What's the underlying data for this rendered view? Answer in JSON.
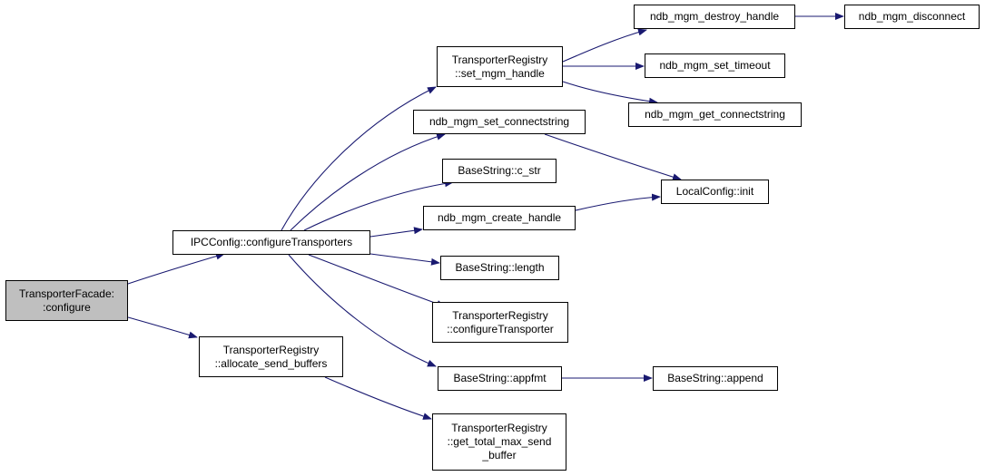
{
  "colors": {
    "edge": "#191970",
    "node_border": "#000000",
    "node_fill": "#ffffff",
    "root_fill": "#bfbfbf"
  },
  "nodes": {
    "transporter_facade_configure": {
      "lines": [
        "TransporterFacade:",
        ":configure"
      ]
    },
    "ipcconfig_configure_transporters": {
      "lines": [
        "IPCConfig::configureTransporters"
      ]
    },
    "allocate_send_buffers": {
      "lines": [
        "TransporterRegistry",
        "::allocate_send_buffers"
      ]
    },
    "set_mgm_handle": {
      "lines": [
        "TransporterRegistry",
        "::set_mgm_handle"
      ]
    },
    "ndb_mgm_set_connectstring": {
      "lines": [
        "ndb_mgm_set_connectstring"
      ]
    },
    "c_str": {
      "lines": [
        "BaseString::c_str"
      ]
    },
    "ndb_mgm_create_handle": {
      "lines": [
        "ndb_mgm_create_handle"
      ]
    },
    "length": {
      "lines": [
        "BaseString::length"
      ]
    },
    "configure_transporter": {
      "lines": [
        "TransporterRegistry",
        "::configureTransporter"
      ]
    },
    "appfmt": {
      "lines": [
        "BaseString::appfmt"
      ]
    },
    "get_total_max_send_buffer": {
      "lines": [
        "TransporterRegistry",
        "::get_total_max_send",
        "_buffer"
      ]
    },
    "ndb_mgm_destroy_handle": {
      "lines": [
        "ndb_mgm_destroy_handle"
      ]
    },
    "ndb_mgm_set_timeout": {
      "lines": [
        "ndb_mgm_set_timeout"
      ]
    },
    "ndb_mgm_get_connectstring": {
      "lines": [
        "ndb_mgm_get_connectstring"
      ]
    },
    "local_config_init": {
      "lines": [
        "LocalConfig::init"
      ]
    },
    "append": {
      "lines": [
        "BaseString::append"
      ]
    },
    "ndb_mgm_disconnect": {
      "lines": [
        "ndb_mgm_disconnect"
      ]
    }
  },
  "edges": [
    {
      "from": "transporter_facade_configure",
      "to": "ipcconfig_configure_transporters"
    },
    {
      "from": "transporter_facade_configure",
      "to": "allocate_send_buffers"
    },
    {
      "from": "ipcconfig_configure_transporters",
      "to": "set_mgm_handle"
    },
    {
      "from": "ipcconfig_configure_transporters",
      "to": "ndb_mgm_set_connectstring"
    },
    {
      "from": "ipcconfig_configure_transporters",
      "to": "c_str"
    },
    {
      "from": "ipcconfig_configure_transporters",
      "to": "ndb_mgm_create_handle"
    },
    {
      "from": "ipcconfig_configure_transporters",
      "to": "length"
    },
    {
      "from": "ipcconfig_configure_transporters",
      "to": "configure_transporter"
    },
    {
      "from": "ipcconfig_configure_transporters",
      "to": "appfmt"
    },
    {
      "from": "allocate_send_buffers",
      "to": "get_total_max_send_buffer"
    },
    {
      "from": "set_mgm_handle",
      "to": "ndb_mgm_destroy_handle"
    },
    {
      "from": "set_mgm_handle",
      "to": "ndb_mgm_set_timeout"
    },
    {
      "from": "set_mgm_handle",
      "to": "ndb_mgm_get_connectstring"
    },
    {
      "from": "ndb_mgm_set_connectstring",
      "to": "local_config_init"
    },
    {
      "from": "ndb_mgm_create_handle",
      "to": "local_config_init"
    },
    {
      "from": "appfmt",
      "to": "append"
    },
    {
      "from": "ndb_mgm_destroy_handle",
      "to": "ndb_mgm_disconnect"
    }
  ]
}
